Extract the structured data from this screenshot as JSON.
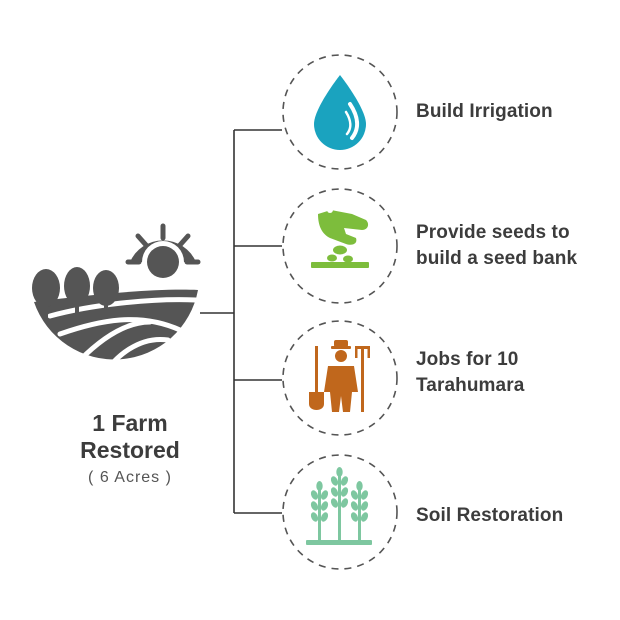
{
  "center": {
    "line1": "1 Farm",
    "line2": "Restored",
    "sub": "( 6 Acres )"
  },
  "items": [
    {
      "label_lines": [
        "Build Irrigation"
      ],
      "icon": "water-drop-icon",
      "color": "#1aa3bf"
    },
    {
      "label_lines": [
        "Provide seeds to",
        "build a seed bank"
      ],
      "icon": "hand-seeds-icon",
      "color": "#7dbd3c"
    },
    {
      "label_lines": [
        "Jobs for 10",
        "Tarahumara"
      ],
      "icon": "farmer-icon",
      "color": "#c0671c"
    },
    {
      "label_lines": [
        "Soil Restoration"
      ],
      "icon": "wheat-icon",
      "color": "#7ec7a0"
    }
  ],
  "colors": {
    "text": "#3c3c3c",
    "farm_icon": "#555555",
    "connector": "#333333",
    "circle_border": "#555555"
  }
}
